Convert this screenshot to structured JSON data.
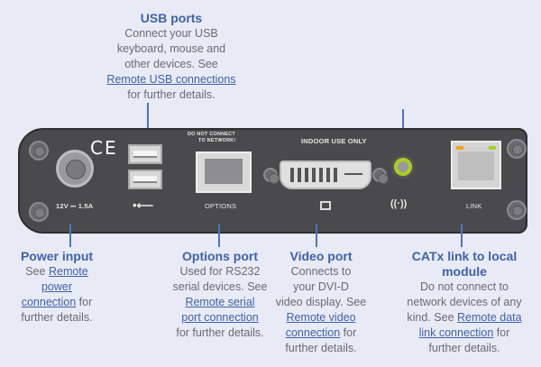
{
  "callouts": {
    "usb": {
      "title": "USB ports",
      "lines": [
        "Connect your USB",
        "keyboard, mouse and",
        "other devices. See"
      ],
      "link": "Remote USB connections",
      "after": "for further details."
    },
    "power": {
      "title": "Power input",
      "pre": "See ",
      "link1": "Remote",
      "link2": "power",
      "link3": "connection",
      "after1": " for",
      "after2": "further details."
    },
    "options": {
      "title": "Options port",
      "lines": [
        "Used for RS232",
        "serial devices. See"
      ],
      "link1": "Remote serial",
      "link2": "port connection",
      "after": "for further details."
    },
    "video": {
      "title": "Video port",
      "lines": [
        "Connects to",
        "your DVI-D",
        "video display. See"
      ],
      "link1": "Remote video",
      "link2": "connection",
      "after1": " for",
      "after2": "further details."
    },
    "catx": {
      "title1": "CATx link to local",
      "title2": "module",
      "lines": [
        "Do not connect to",
        "network devices of any"
      ],
      "pre": "kind. See ",
      "link1": "Remote data",
      "link2": "link connection",
      "after1": " for",
      "after2": "further details."
    }
  },
  "panel": {
    "ce_mark": "CE",
    "power_rating": "12V ⎓ 1.5A",
    "usb_symbol": "⭠⭢",
    "options_warning_1": "DO NOT CONNECT",
    "options_warning_2": "TO NETWORK!",
    "options_label": "OPTIONS",
    "indoor_label": "INDOOR USE ONLY",
    "link_label": "LINK",
    "audio_symbol": "((·))"
  },
  "colors": {
    "background": "#e8eaf6",
    "accent": "#3f62a8",
    "panel": "#4a4a4c",
    "audio_ring": "#a8d020",
    "led_left": "#f0a020",
    "led_right": "#a8d020"
  }
}
